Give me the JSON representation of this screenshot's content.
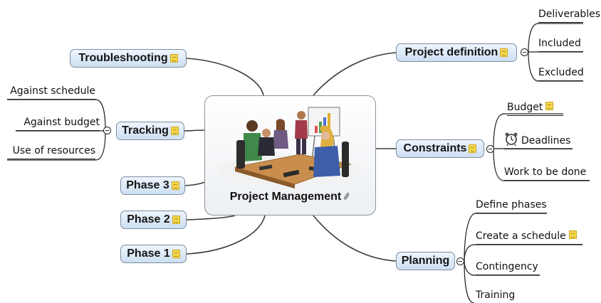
{
  "central_topic": {
    "label": "Project Management",
    "image_icon": "meeting-presentation-illustration",
    "attachment_icon": "paperclip-icon"
  },
  "main_topics": {
    "troubleshooting": "Troubleshooting",
    "tracking": "Tracking",
    "phase3": "Phase 3",
    "phase2": "Phase 2",
    "phase1": "Phase 1",
    "project_definition": "Project definition",
    "constraints": "Constraints",
    "planning": "Planning"
  },
  "subtopics": {
    "tracking": [
      "Against schedule",
      "Against budget",
      "Use of resources"
    ],
    "project_definition": [
      "Deliverables",
      "Included",
      "Excluded"
    ],
    "constraints": [
      "Budget",
      "Deadlines",
      "Work to be done"
    ],
    "planning": [
      "Define phases",
      "Create a schedule",
      "Contingency",
      "Training"
    ]
  },
  "icons": {
    "note": "note-icon",
    "collapse": "collapse-minus-icon",
    "alarm_clock": "alarm-clock-icon"
  },
  "colors": {
    "topic_fill_top": "#eef5fd",
    "topic_fill_bottom": "#cddff2",
    "topic_border": "#7e8da0",
    "connector": "#3a3a3a",
    "note": "#f3d64c"
  }
}
